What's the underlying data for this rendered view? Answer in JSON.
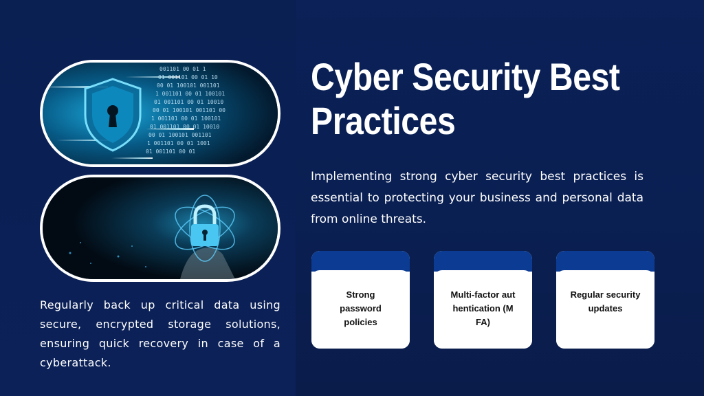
{
  "slide": {
    "title": "Cyber Security Best Practices",
    "intro": "Implementing strong cyber security best practices is essential to protecting your business and personal data from online threats.",
    "left_text": "Regularly back up critical data using secure, encrypted storage solutions, ensuring quick recovery in case of a cyberattack.",
    "images": [
      {
        "icon": "shield-keyhole-icon",
        "binary_rows": [
          "001101 00 01 1",
          "01 001101 00 01 10",
          "00 01 100101 001101",
          "1 001101 00 01 100101",
          "01 001101 00 01 10010",
          "00 01 100101 001101 00",
          "1 001101 00 01 100101",
          "01 001101 00 01 10010",
          "00 01 100101 001101",
          "1 001101 00 01 1001",
          "01 001101 00 01"
        ]
      },
      {
        "icon": "padlock-icon"
      }
    ],
    "cards": [
      {
        "label": "Strong password policies"
      },
      {
        "label": "Multi-factor authentication (MFA)"
      },
      {
        "label": "Regular security updates"
      }
    ]
  },
  "colors": {
    "background": "#0a1f52",
    "card_header": "#0b3b92",
    "card_body": "#ffffff",
    "accent": "#2ec5ff"
  }
}
